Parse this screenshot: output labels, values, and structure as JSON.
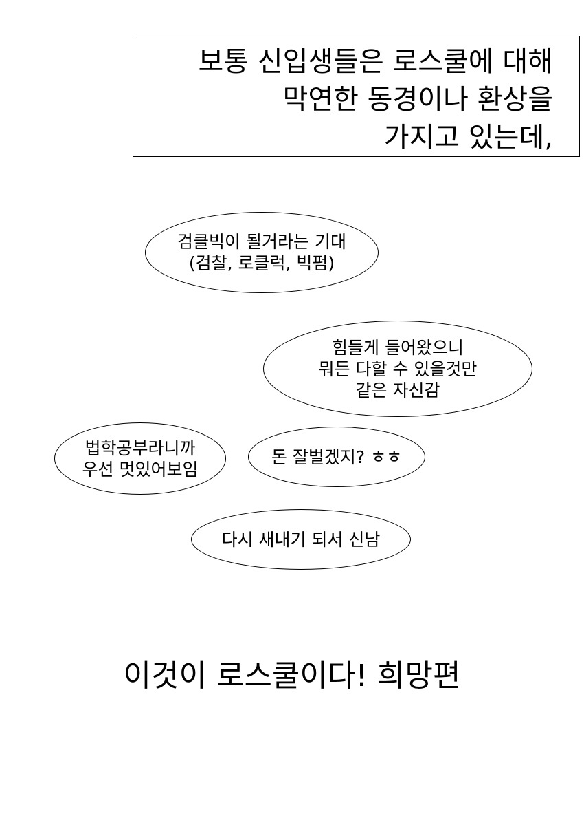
{
  "caption": {
    "lines": [
      "보통 신입생들은 로스쿨에 대해",
      "막연한 동경이나 환상을",
      "가지고 있는데,"
    ]
  },
  "bubbles": [
    {
      "lines": [
        "검클빅이 될거라는 기대",
        "(검찰, 로클럭, 빅펌)"
      ]
    },
    {
      "lines": [
        "힘들게 들어왔으니",
        "뭐든 다할 수 있을것만",
        "같은 자신감"
      ]
    },
    {
      "lines": [
        "법학공부라니까",
        "우선 멋있어보임"
      ]
    },
    {
      "lines": [
        "돈 잘벌겠지? ㅎㅎ"
      ]
    },
    {
      "lines": [
        "다시 새내기 되서 신남"
      ]
    }
  ],
  "title": "이것이 로스쿨이다! 희망편"
}
